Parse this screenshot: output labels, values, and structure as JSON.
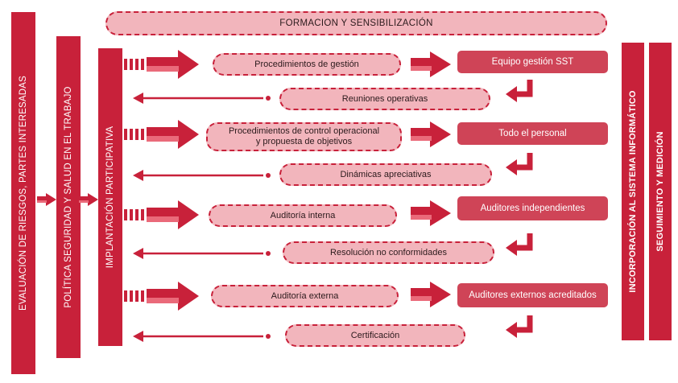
{
  "colors": {
    "primary": "#c8213a",
    "pill_fill": "#f2b5bc",
    "box_fill": "#cf4457",
    "arrow_light": "#ea6a7a"
  },
  "left_bars": {
    "bar1": "EVALUACIÓN DE RIESGOS, PARTES INTERESADAS",
    "bar2": "POLÍTICA SEGURIDAD Y SALUD EN EL TRABAJO",
    "bar3": "IMPLANTACIÓN PARTICIPATIVA"
  },
  "right_bars": {
    "bar1": "INCORPORACIÓN AL SISTEMA INFORMÁTICO",
    "bar2": "SEGUIMIENTO Y MEDICIÓN"
  },
  "top_banner": "FORMACION Y SENSIBILIZACIÓN",
  "process": [
    {
      "step": "Procedimientos de gestión",
      "owner": "Equipo gestión SST",
      "feedback": "Reuniones operativas"
    },
    {
      "step_line1": "Procedimientos de control operacional",
      "step_line2": "y propuesta de objetivos",
      "owner": "Todo el personal",
      "feedback": "Dinámicas apreciativas"
    },
    {
      "step": "Auditoría interna",
      "owner": "Auditores independientes",
      "feedback": "Resolución no conformidades"
    },
    {
      "step": "Auditoría externa",
      "owner": "Auditores externos acreditados",
      "feedback": "Certificación"
    }
  ]
}
